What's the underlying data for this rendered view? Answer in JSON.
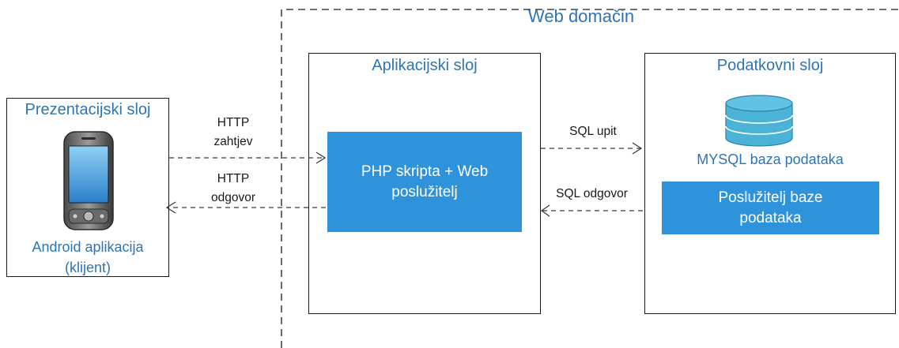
{
  "host": {
    "title": "Web domačin"
  },
  "presentation": {
    "title": "Prezentacijski sloj",
    "caption_line1": "Android aplikacija",
    "caption_line2": "(klijent)",
    "device_icon": "smartphone-icon"
  },
  "application": {
    "title": "Aplikacijski sloj",
    "block_line1": "PHP skripta + Web",
    "block_line2": "poslužitelj"
  },
  "data_layer": {
    "title": "Podatkovni sloj",
    "db_icon": "database-icon",
    "db_label": "MYSQL baza podataka",
    "server_line1": "Poslužitelj baze",
    "server_line2": "podataka"
  },
  "edges": {
    "http_request": [
      "HTTP",
      "zahtjev"
    ],
    "http_response": [
      "HTTP",
      "odgovor"
    ],
    "sql_query": "SQL upit",
    "sql_response": "SQL odgovor"
  },
  "colors": {
    "accent_text": "#2e74b5",
    "block_fill": "#2f93db",
    "db_fill": "#4bb3d6",
    "border": "#1a1a1a"
  }
}
